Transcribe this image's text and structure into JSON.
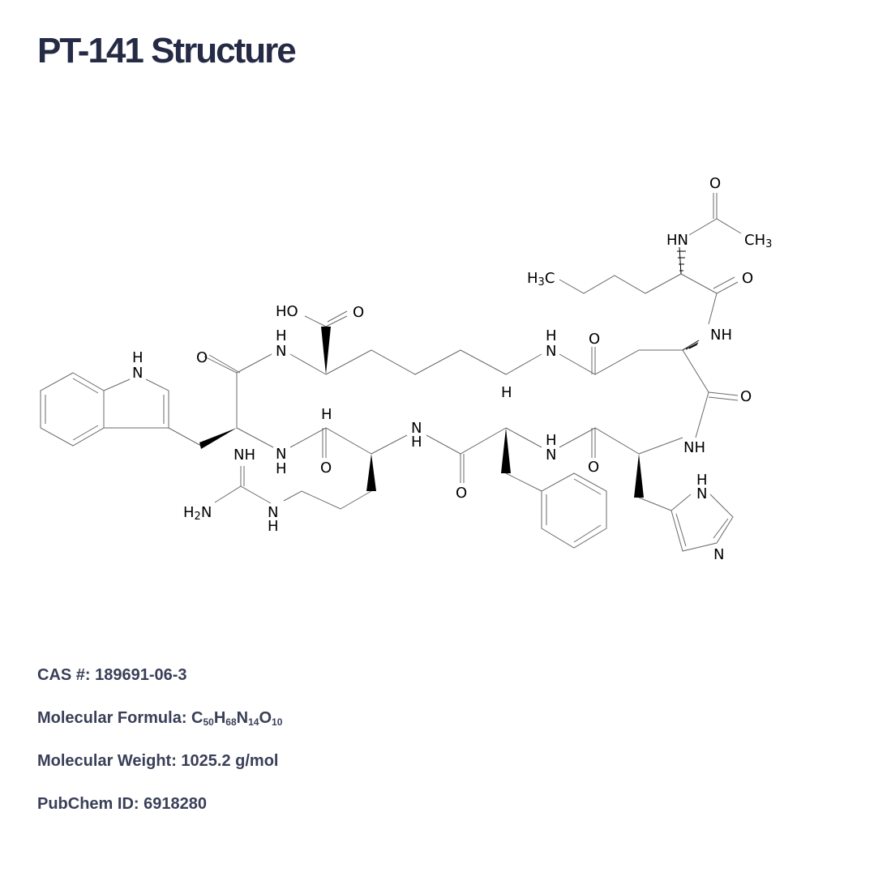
{
  "title": "PT-141 Structure",
  "structure": {
    "atom_labels": {
      "indole_nh_h": "H",
      "indole_nh_n": "N",
      "o_trp": "O",
      "nh_top_h": "H",
      "nh_top_n": "N",
      "cooh_ho": "HO",
      "cooh_o": "O",
      "h_lys": "H",
      "nh_lys_h": "H",
      "nh_lys_n": "N",
      "o_lys_amide": "O",
      "h_phe": "H",
      "ch3_right": "CH",
      "ch3_right_sub": "3",
      "hn_ac": "HN",
      "o_ac": "O",
      "h3c_left": "H",
      "h3c_left_sub": "3",
      "h3c_left_c": "C",
      "o_nle": "O",
      "nh_asp": "NH",
      "o_asp": "O",
      "nh_his_amide": "NH",
      "nh_guan": "NH",
      "h2n": "H",
      "h2n_sub": "2",
      "h2n_n": "N",
      "nh_arg_n": "N",
      "nh_arg_h": "H",
      "nh_bottom_n": "N",
      "nh_bottom_h": "H",
      "o_arg": "O",
      "nh_mid_n": "N",
      "nh_mid_h": "H",
      "o_phe_amide": "O",
      "nh_phe_h": "H",
      "nh_phe_n": "N",
      "o_phe": "O",
      "im_nh_h": "H",
      "im_nh_n": "N",
      "im_n": "N"
    }
  },
  "info": {
    "cas_text": "CAS #: 189691-06-3",
    "formula_prefix": "Molecular Formula: ",
    "formula_parts": [
      "C",
      "50",
      "H",
      "68",
      "N",
      "14",
      "O",
      "10"
    ],
    "weight_text": "Molecular Weight: 1025.2 g/mol",
    "pubchem_text": "PubChem ID: 6918280"
  }
}
